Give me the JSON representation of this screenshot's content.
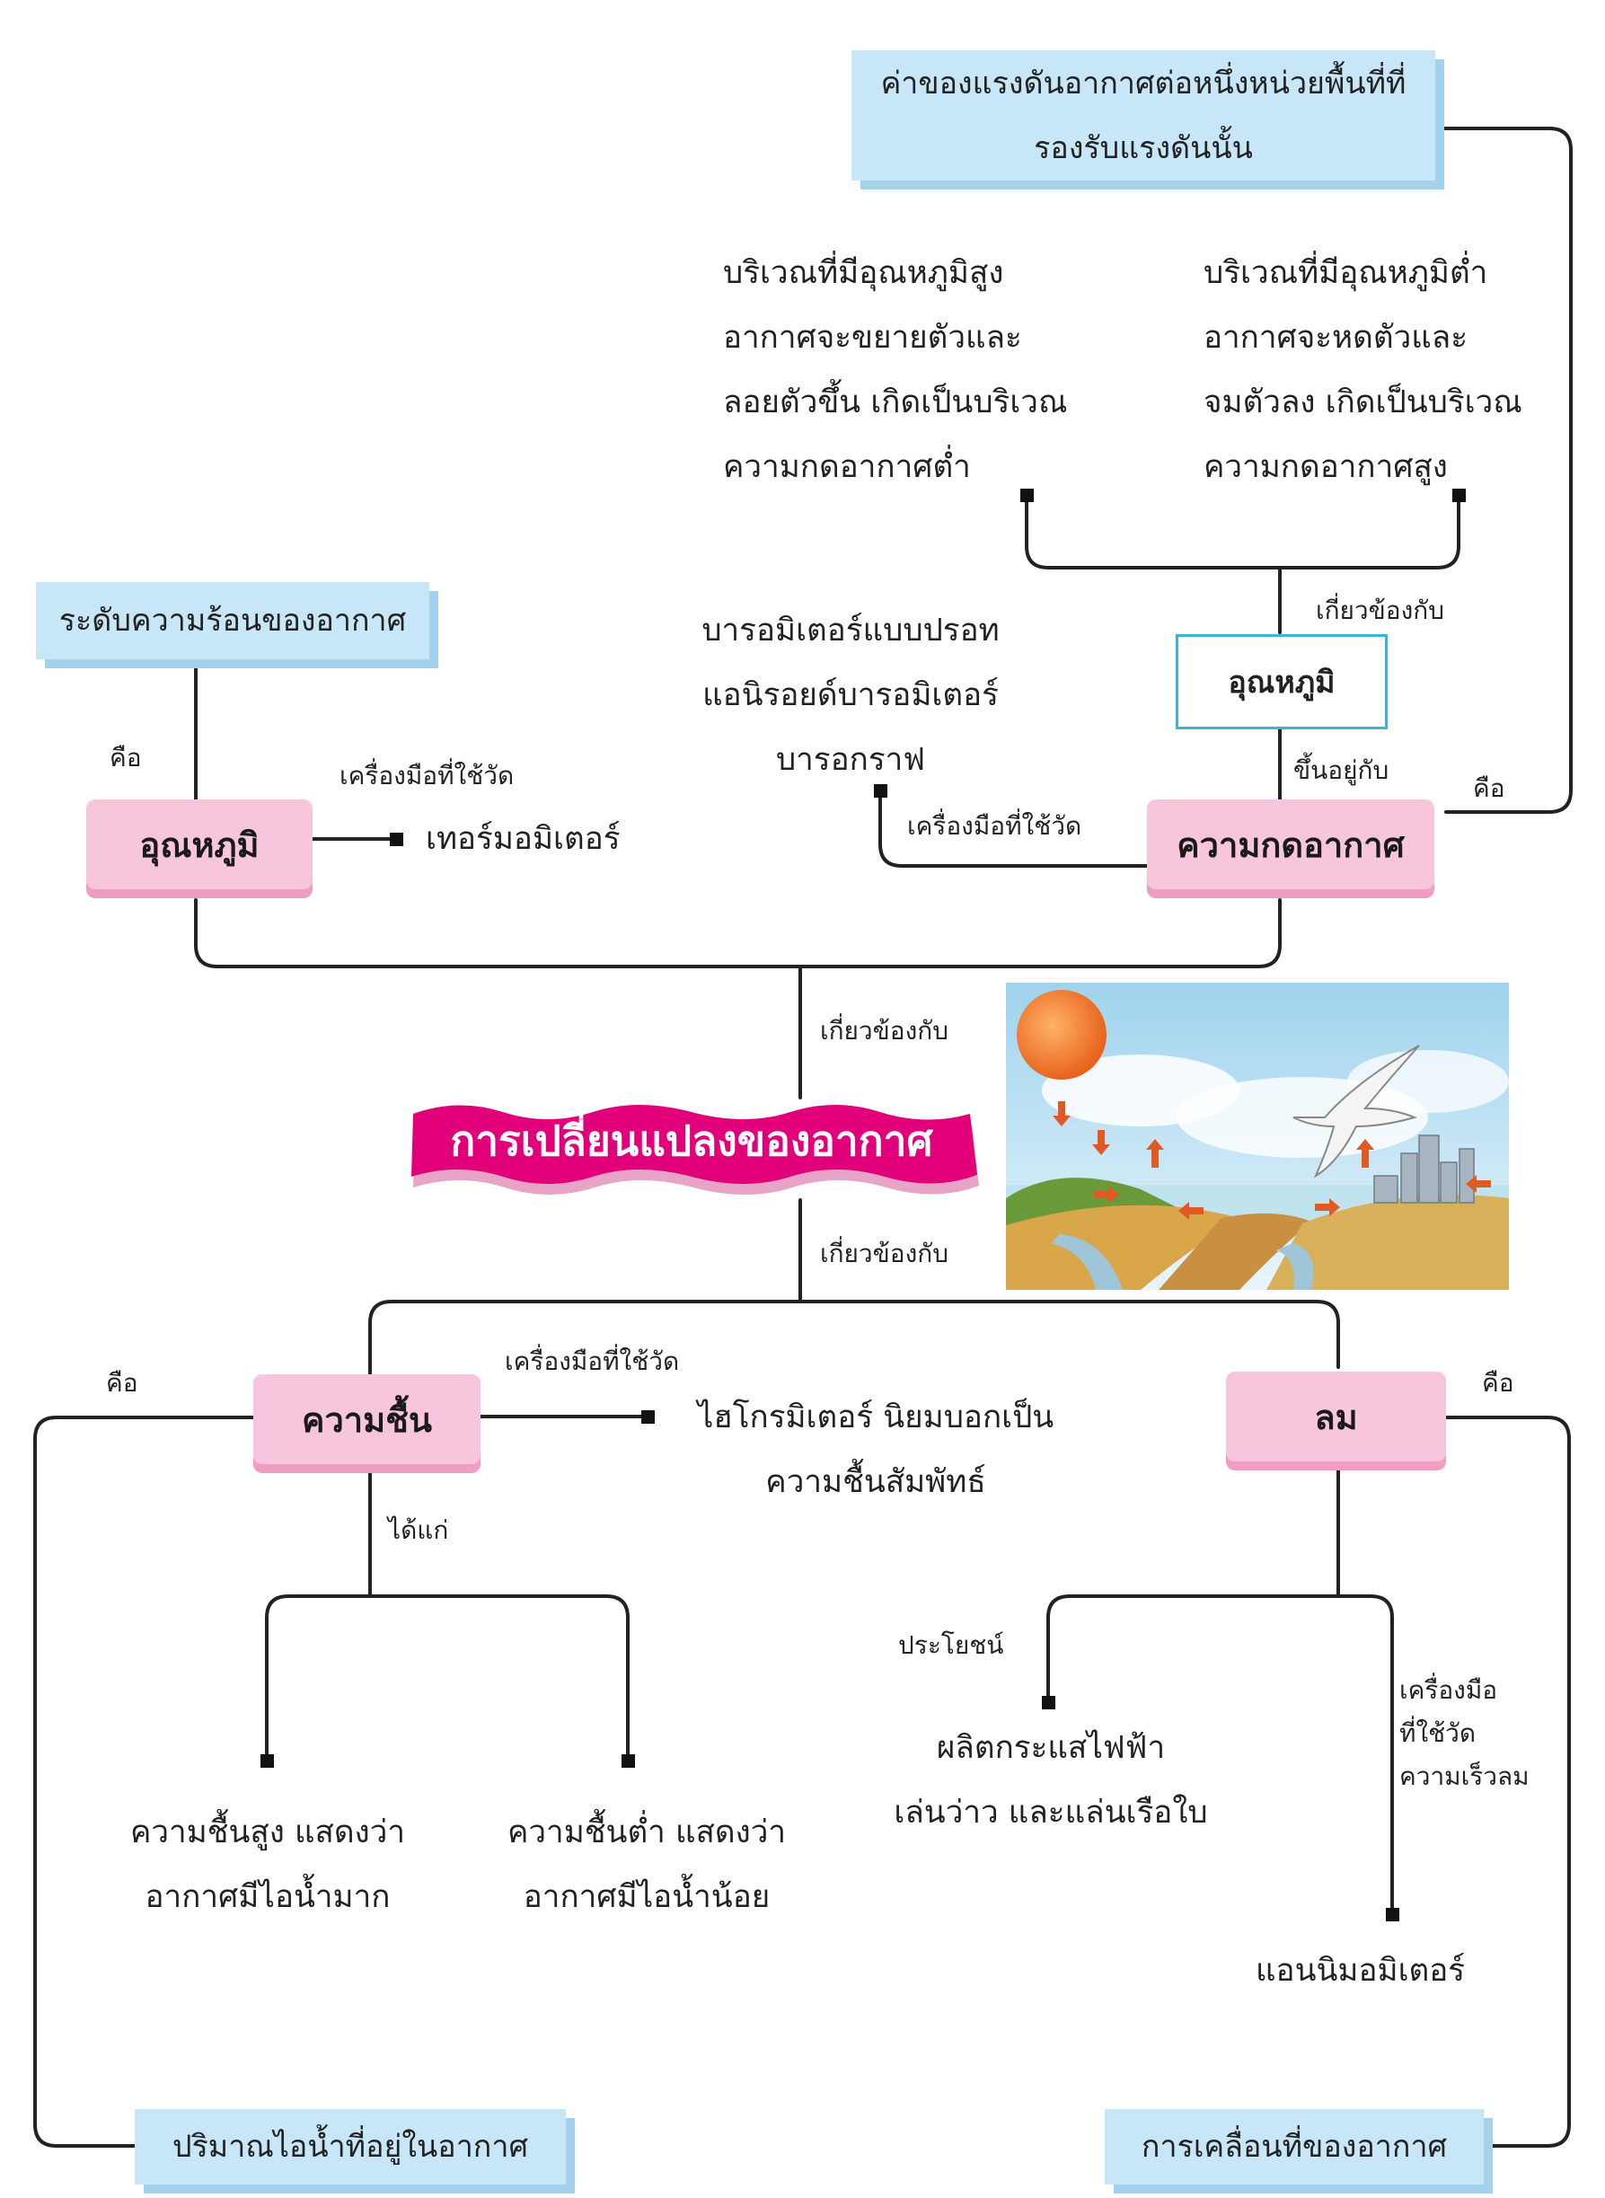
{
  "pressure_definition": {
    "lines": [
      "ค่าของแรงดันอากาศต่อหนึ่งหน่วยพื้นที่ที่",
      "รองรับแรงดันนั้น"
    ]
  },
  "high_temp_area": {
    "lines": [
      "บริเวณที่มีอุณหภูมิสูง",
      "อากาศจะขยายตัวและ",
      "ลอยตัวขึ้น เกิดเป็นบริเวณ",
      "ความกดอากาศต่ำ"
    ]
  },
  "low_temp_area": {
    "lines": [
      "บริเวณที่มีอุณหภูมิต่ำ",
      "อากาศจะหดตัวและ",
      "จมตัวลง เกิดเป็นบริเวณ",
      "ความกดอากาศสูง"
    ]
  },
  "label_related_top": "เกี่ยวข้องกับ",
  "temperature_stamp": "อุณหภูมิ",
  "pressure_instruments": [
    "บารอมิเตอร์แบบปรอท",
    "แอนิรอยด์บารอมิเตอร์",
    "บารอกราฟ"
  ],
  "label_depends_on": "ขึ้นอยู่กับ",
  "label_is_pressure": "คือ",
  "label_instrument_pressure": "เครื่องมือที่ใช้วัด",
  "pressure_node": "ความกดอากาศ",
  "heat_definition": "ระดับความร้อนของอากาศ",
  "label_is_temp": "คือ",
  "label_instrument_temp": "เครื่องมือที่ใช้วัด",
  "temperature_node": "อุณหภูมิ",
  "thermometer": "เทอร์มอมิเตอร์",
  "label_related_mid1": "เกี่ยวข้องกับ",
  "central_title": "การเปลี่ยนแปลงของอากาศ",
  "label_related_mid2": "เกี่ยวข้องกับ",
  "label_is_humidity": "คือ",
  "label_instrument_humidity": "เครื่องมือที่ใช้วัด",
  "humidity_node": "ความชื้น",
  "hygrometer": {
    "lines": [
      "ไฮโกรมิเตอร์ นิยมบอกเป็น",
      "ความชื้นสัมพัทธ์"
    ]
  },
  "label_includes": "ได้แก่",
  "high_humidity": {
    "lines": [
      "ความชื้นสูง แสดงว่า",
      "อากาศมีไอน้ำมาก"
    ]
  },
  "low_humidity": {
    "lines": [
      "ความชื้นต่ำ แสดงว่า",
      "อากาศมีไอน้ำน้อย"
    ]
  },
  "humidity_definition": "ปริมาณไอน้ำที่อยู่ในอากาศ",
  "label_is_wind": "คือ",
  "wind_node": "ลม",
  "label_benefits": "ประโยชน์",
  "wind_benefits": {
    "lines": [
      "ผลิตกระแสไฟฟ้า",
      "เล่นว่าว และแล่นเรือใบ"
    ]
  },
  "label_wind_instrument": {
    "lines": [
      "เครื่องมือ",
      "ที่ใช้วัด",
      "ความเร็วลม"
    ]
  },
  "anemometer": "แอนนิมอมิเตอร์",
  "wind_definition": "การเคลื่อนที่ของอากาศ"
}
